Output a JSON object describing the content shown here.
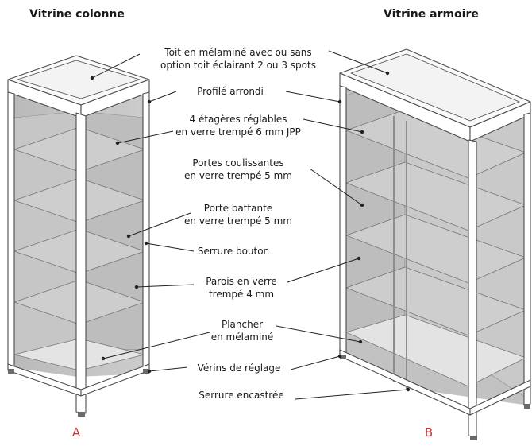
{
  "titles": {
    "left": "Vitrine colonne",
    "right": "Vitrine armoire"
  },
  "callouts": [
    {
      "id": "toit",
      "lines": [
        "Toit en mélaminé avec ou sans",
        "option toit éclairant 2 ou 3 spots"
      ]
    },
    {
      "id": "profile",
      "lines": [
        "Profilé arrondi"
      ]
    },
    {
      "id": "etageres",
      "lines": [
        "4 étagères réglables",
        "en verre trempé 6 mm JPP"
      ]
    },
    {
      "id": "portes-coulissantes",
      "lines": [
        "Portes coulissantes",
        "en verre trempé 5 mm"
      ]
    },
    {
      "id": "porte-battante",
      "lines": [
        "Porte battante",
        "en verre trempé 5 mm"
      ]
    },
    {
      "id": "serrure-bouton",
      "lines": [
        "Serrure bouton"
      ]
    },
    {
      "id": "parois",
      "lines": [
        "Parois en verre",
        "trempé 4 mm"
      ]
    },
    {
      "id": "plancher",
      "lines": [
        "Plancher",
        "en mélaminé"
      ]
    },
    {
      "id": "verins",
      "lines": [
        "Vérins de réglage"
      ]
    },
    {
      "id": "serrure-encastree",
      "lines": [
        "Serrure encastrée"
      ]
    }
  ],
  "letters": {
    "a": "A",
    "b": "B"
  },
  "colors": {
    "accent": "#c8333a",
    "glass": "#c4c4c4",
    "frame": "#ffffff",
    "outline": "#4a4a4a",
    "floor": "#e3e3e3"
  }
}
